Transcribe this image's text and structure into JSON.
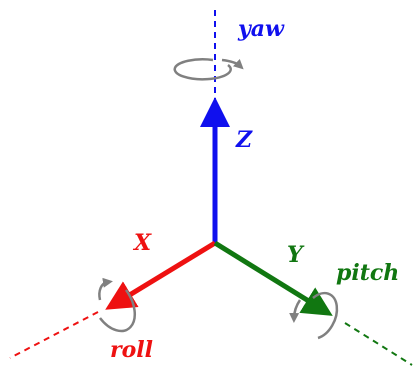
{
  "axes": {
    "z": {
      "label": "Z",
      "rotation": "yaw",
      "color": "#1010ee"
    },
    "x": {
      "label": "X",
      "rotation": "roll",
      "color": "#ee1111"
    },
    "y": {
      "label": "Y",
      "rotation": "pitch",
      "color": "#117711"
    }
  },
  "rotation_arrow_color": "#808080"
}
